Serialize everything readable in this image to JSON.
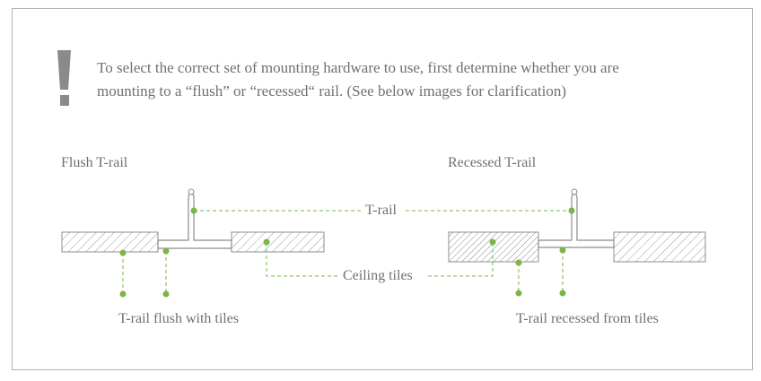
{
  "notice": {
    "line1": "To select the correct set of mounting hardware to use, first determine whether you are",
    "line2": "mounting to a “flush” or “recessed“ rail. (See below images for clarification)",
    "icon": "exclamation-icon"
  },
  "left": {
    "title": "Flush T-rail",
    "caption": "T-rail flush with tiles"
  },
  "right": {
    "title": "Recessed T-rail",
    "caption": "T-rail recessed from tiles"
  },
  "labels": {
    "trail": "T-rail",
    "tiles": "Ceiling tiles"
  },
  "colors": {
    "accent": "#7ab648",
    "text": "#707070",
    "line": "#8c8c8c"
  }
}
